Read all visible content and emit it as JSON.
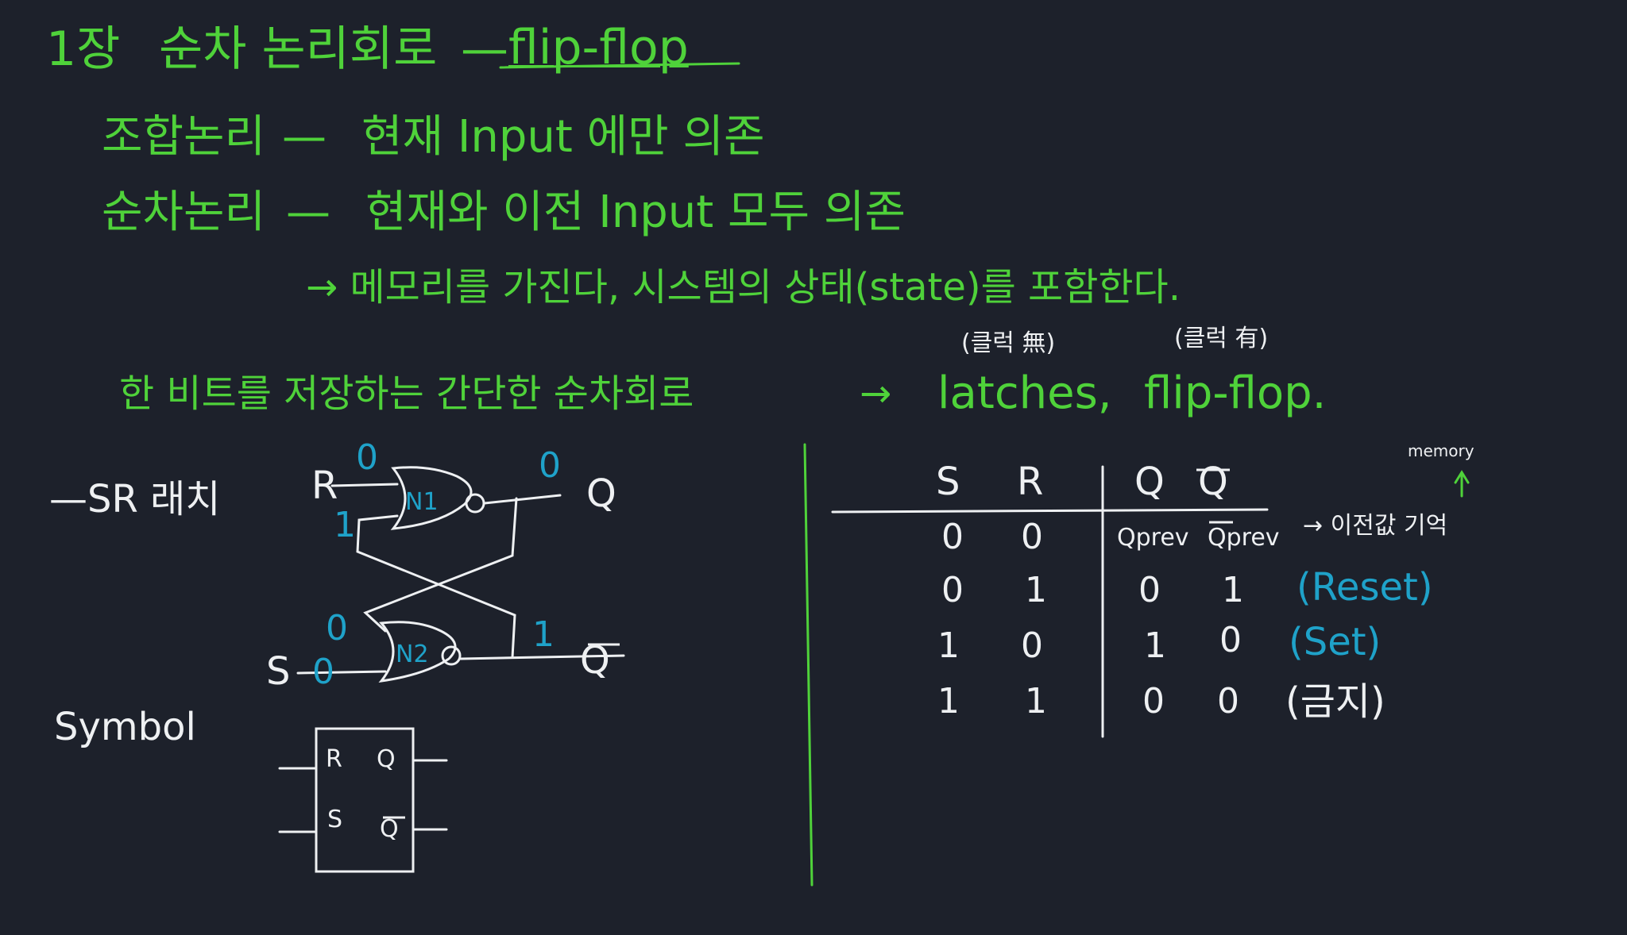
{
  "title": {
    "chapter": "1장",
    "topic": "순차 논리회로",
    "dash": "—",
    "keyword": "flip-flop"
  },
  "lines": {
    "combinational": {
      "term": "조합논리",
      "dash": "—",
      "desc": "현재 Input 에만 의존"
    },
    "sequential": {
      "term": "순차논리",
      "dash": "—",
      "desc": "현재와 이전 Input 모두 의존"
    },
    "memory_line": "→ 메모리를 가진다, 시스템의 상태(state)를 포함한다.",
    "clock_none": "(클럭 無)",
    "clock_has": "(클럭 有)",
    "one_bit": "한 비트를 저장하는 간단한 순차회로",
    "arrow": "→",
    "latches": "latches,",
    "flipflop": "flip-flop."
  },
  "sr_latch": {
    "heading": "—SR 래치",
    "input_r": "R",
    "input_s": "S",
    "output_q": "Q",
    "output_qbar": "Q",
    "gate1": "N1",
    "gate2": "N2",
    "val_r": "0",
    "val_q": "0",
    "val_feedback_top": "1",
    "val_feedback_bot": "0",
    "val_s": "0",
    "val_qbar": "1"
  },
  "symbol": {
    "label": "Symbol",
    "pin_r": "R",
    "pin_s": "S",
    "pin_q": "Q",
    "pin_qbar": "Q"
  },
  "truth_table": {
    "headers": {
      "s": "S",
      "r": "R",
      "q": "Q",
      "qbar": "Q"
    },
    "memory_note": "memory",
    "rows": [
      {
        "s": "0",
        "r": "0",
        "q": "Qprev",
        "qbar": "Qprev",
        "note": "→ 이전값 기억"
      },
      {
        "s": "0",
        "r": "1",
        "q": "0",
        "qbar": "1",
        "note": "(Reset)"
      },
      {
        "s": "1",
        "r": "0",
        "q": "1",
        "qbar": "0",
        "note": "(Set)"
      },
      {
        "s": "1",
        "r": "1",
        "q": "0",
        "qbar": "0",
        "note": "(금지)"
      }
    ]
  },
  "colors": {
    "background": "#1d212b",
    "green_ink": "#4fd23a",
    "white_ink": "#eef0f2",
    "cyan_ink": "#1fa2c9"
  }
}
